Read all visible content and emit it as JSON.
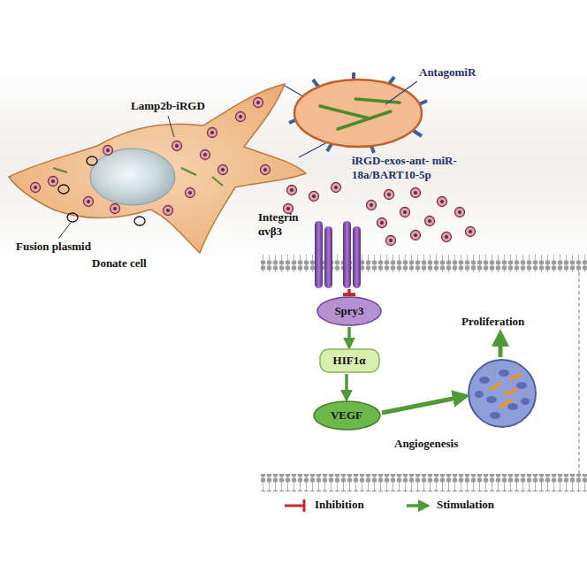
{
  "diagram": {
    "nodes": [
      {
        "text": [
          "Integrin αvβ3"
        ]
      },
      {
        "text": [
          "Spry3"
        ]
      },
      {
        "text": [
          "HIF1α"
        ]
      },
      {
        "text": [
          "VEGF"
        ]
      }
    ],
    "edges": [
      {
        "from": 0,
        "to": 1,
        "arrow": "to"
      },
      {
        "from": 1,
        "to": 2,
        "arrow": "to"
      },
      {
        "from": 2,
        "to": 3,
        "arrow": "to"
      }
    ],
    "labels": [
      "Lamp2b-iRGD",
      "AntagomiR",
      "iRGD-exos-ant- miR-18a/BART10-5p",
      "Fusion plasmid",
      "Donate cell",
      "Proliferation",
      "Angiogenesis"
    ],
    "legend": [
      {
        "text": "Inhibition"
      },
      {
        "text": "Stimulation"
      }
    ]
  }
}
